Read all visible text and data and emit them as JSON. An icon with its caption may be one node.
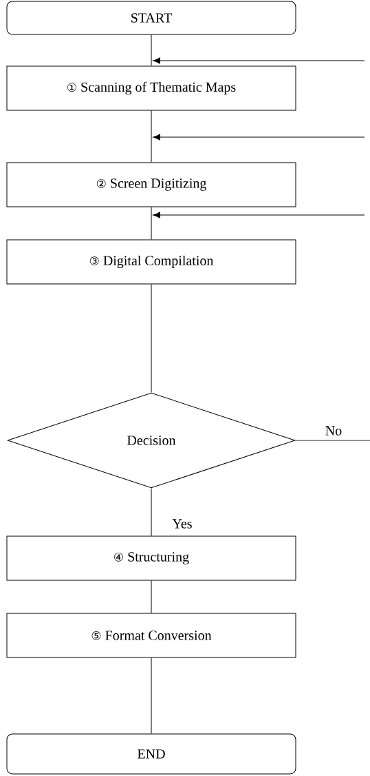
{
  "diagram": {
    "nodes": [
      {
        "text": [
          "START"
        ]
      },
      {
        "text": [
          "① Scanning of Thematic Maps"
        ]
      },
      {
        "text": [
          "② Screen Digitizing"
        ]
      },
      {
        "text": [
          "③ Digital Compilation"
        ]
      },
      {
        "text": [
          "Decision"
        ]
      },
      {
        "text": [
          "④ Structuring"
        ]
      },
      {
        "text": [
          "⑤ Format Conversion"
        ]
      },
      {
        "text": [
          "END"
        ]
      }
    ],
    "edges": [
      {
        "from": 0,
        "to": 1,
        "arrow": "none"
      },
      {
        "from": 1,
        "to": 2,
        "arrow": "none"
      },
      {
        "from": 2,
        "to": 3,
        "arrow": "none"
      },
      {
        "from": 3,
        "to": 4,
        "arrow": "none"
      },
      {
        "from": 4,
        "to": 5,
        "arrow": "none",
        "label": "Yes"
      },
      {
        "from": 5,
        "to": 6,
        "arrow": "none"
      },
      {
        "from": 6,
        "to": 7,
        "arrow": "none"
      },
      {
        "from": null,
        "to": 1,
        "arrow": "to"
      },
      {
        "from": null,
        "to": 2,
        "arrow": "to"
      },
      {
        "from": null,
        "to": 3,
        "arrow": "to"
      },
      {
        "from": 4,
        "to": null,
        "arrow": "none",
        "label": "No"
      }
    ]
  }
}
